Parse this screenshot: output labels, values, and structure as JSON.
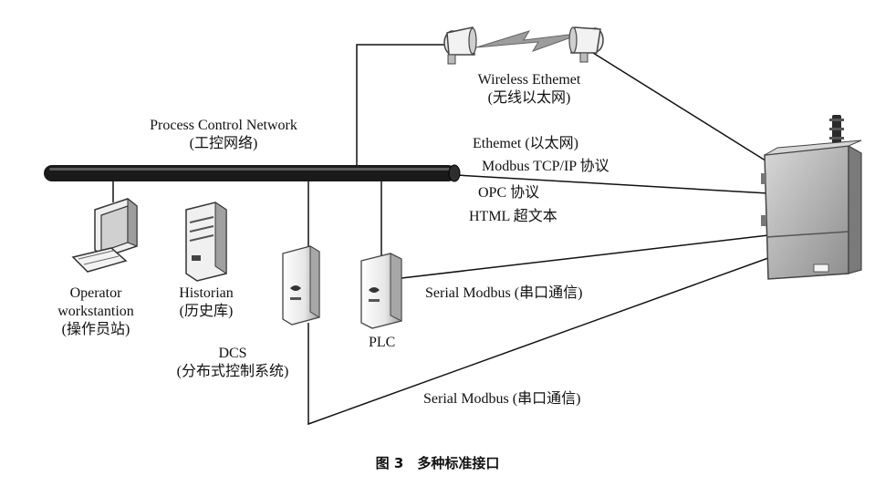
{
  "network": {
    "title": "Process Control Network",
    "title_cn": "(工控网络)"
  },
  "wireless": {
    "title": "Wireless Ethemet",
    "title_cn": "(无线以太网)"
  },
  "ethernet": {
    "line1": "Ethemet (以太网)",
    "line2": "Modbus TCP/IP 协议",
    "line3": "OPC 协议",
    "line4": "HTML 超文本"
  },
  "operator": {
    "line1": "Operator",
    "line2": "workstantion",
    "line3": "(操作员站)"
  },
  "historian": {
    "line1": "Historian",
    "line2": "(历史库)"
  },
  "dcs": {
    "line1": "DCS",
    "line2": "(分布式控制系统)"
  },
  "plc": {
    "label": "PLC"
  },
  "serial1": {
    "label": "Serial Modbus (串口通信)"
  },
  "serial2": {
    "label": "Serial Modbus (串口通信)"
  },
  "caption": "图 3　多种标准接口",
  "colors": {
    "line": "#111111",
    "device_fill": "#e8e8e8",
    "device_shadow": "#9a9a9a",
    "box_fill": "#bdbdbd",
    "box_dark": "#6f6f6f"
  }
}
